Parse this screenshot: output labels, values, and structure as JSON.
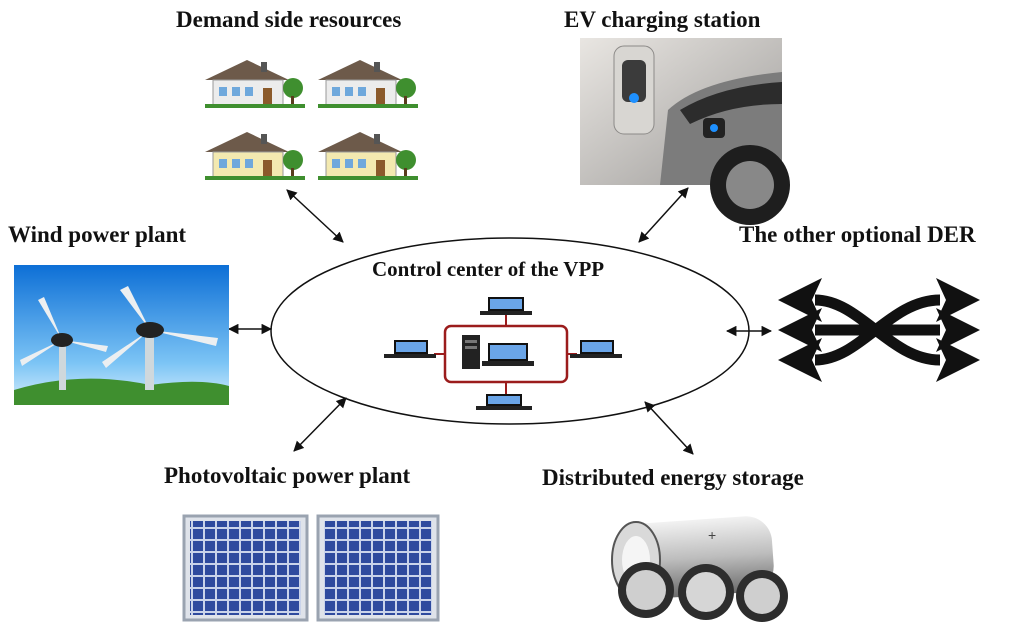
{
  "center": {
    "title": "Control center of the VPP"
  },
  "nodes": {
    "demand_side": {
      "label": "Demand side resources",
      "icon": "houses-icon"
    },
    "ev_charging": {
      "label": "EV charging station",
      "icon": "ev-charger-icon"
    },
    "wind": {
      "label": "Wind power plant",
      "icon": "wind-turbine-icon"
    },
    "other_der": {
      "label": "The other optional DER",
      "icon": "crossing-arrows-icon"
    },
    "photovoltaic": {
      "label": "Photovoltaic power plant",
      "icon": "solar-panel-icon"
    },
    "storage": {
      "label": "Distributed energy storage",
      "icon": "battery-icon"
    }
  },
  "colors": {
    "network_frame": "#9b1c1c",
    "panel_blue": "#2e4a9e",
    "sky": "#1e88e5",
    "grass": "#3f8f2f"
  }
}
